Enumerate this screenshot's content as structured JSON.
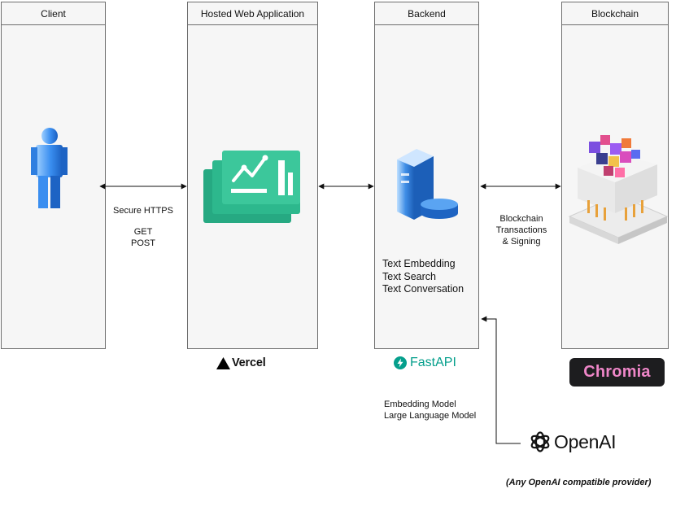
{
  "lanes": {
    "client": "Client",
    "webapp": "Hosted Web Application",
    "backend": "Backend",
    "blockchain": "Blockchain"
  },
  "labels": {
    "https_lines": [
      "Secure HTTPS",
      "GET",
      "POST"
    ],
    "blockchain_lines": [
      "Blockchain",
      "Transactions",
      "& Signing"
    ],
    "backend_features": [
      "Text Embedding",
      "Text Search",
      "Text Conversation"
    ],
    "model_lines": [
      "Embedding Model",
      "Large Language Model"
    ],
    "provider_note": "(Any OpenAI compatible provider)"
  },
  "brands": {
    "vercel": "Vercel",
    "fastapi": "FastAPI",
    "chromia": "Chromia",
    "openai": "OpenAI"
  },
  "colors": {
    "lane_fill": "#f6f6f6",
    "lane_border": "#6e6e6e",
    "user_blue": "#2f7fe0",
    "dashboard_green": "#1fb38a",
    "server_blue": "#2a79d6",
    "fastapi_teal": "#059f8c",
    "chromia_pink": "#ee86c8"
  }
}
